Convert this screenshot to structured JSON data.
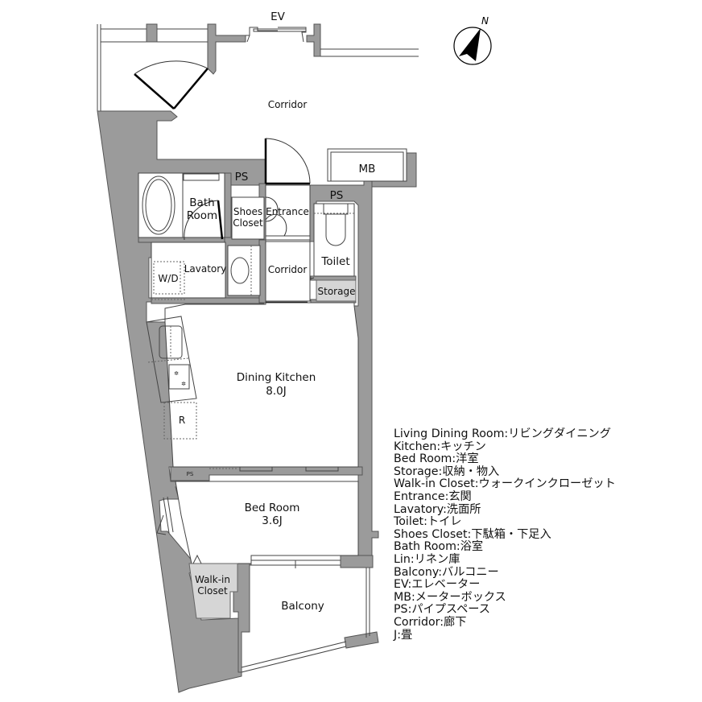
{
  "plan": {
    "north_label": "N",
    "rooms": {
      "ev": "EV",
      "corridor_outer": "Corridor",
      "mb": "MB",
      "ps_top": "PS",
      "ps_toilet": "PS",
      "bath_line1": "Bath",
      "bath_line2": "Room",
      "shoes_line1": "Shoes",
      "shoes_line2": "Closet",
      "entrance": "Entrance",
      "toilet": "Toilet",
      "lavatory": "Lavatory",
      "wd": "W/D",
      "corridor_inner": "Corridor",
      "storage": "Storage",
      "dining_kitchen": "Dining Kitchen",
      "dining_kitchen_size": "8.0J",
      "refrigerator": "R",
      "ps_small": "PS",
      "bed_room": "Bed Room",
      "bed_room_size": "3.6J",
      "walkin_line1": "Walk-in",
      "walkin_line2": "Closet",
      "balcony": "Balcony"
    },
    "colors": {
      "wall": "#9b9b9b",
      "storage": "#d6d6d6",
      "background": "#ffffff"
    }
  },
  "legend": [
    {
      "term": "Living Dining Room",
      "meaning": "リビングダイニング"
    },
    {
      "term": "Kitchen",
      "meaning": "キッチン"
    },
    {
      "term": "Bed Room",
      "meaning": "洋室"
    },
    {
      "term": "Storage",
      "meaning": "収納・物入"
    },
    {
      "term": "Walk-in Closet",
      "meaning": "ウォークインクローゼット"
    },
    {
      "term": "Entrance",
      "meaning": "玄関"
    },
    {
      "term": "Lavatory",
      "meaning": "洗面所"
    },
    {
      "term": "Toilet",
      "meaning": "トイレ"
    },
    {
      "term": "Shoes Closet",
      "meaning": "下駄箱・下足入"
    },
    {
      "term": "Bath Room",
      "meaning": "浴室"
    },
    {
      "term": "Lin",
      "meaning": "リネン庫"
    },
    {
      "term": "Balcony",
      "meaning": "バルコニー"
    },
    {
      "term": "EV",
      "meaning": "エレベーター"
    },
    {
      "term": "MB",
      "meaning": "メーターボックス"
    },
    {
      "term": "PS",
      "meaning": "パイプスペース"
    },
    {
      "term": "Corridor",
      "meaning": "廊下"
    },
    {
      "term": "J",
      "meaning": "畳"
    }
  ],
  "legend_separator": ":"
}
